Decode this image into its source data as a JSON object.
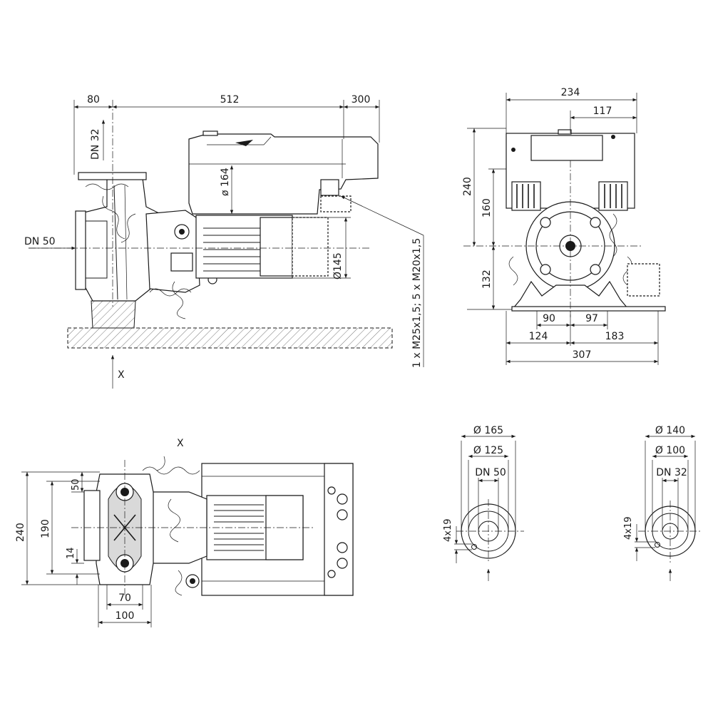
{
  "views": {
    "side": {
      "dims": {
        "d80": "80",
        "d512": "512",
        "d300": "300",
        "dn32": "DN 32",
        "dia164": "ø 164",
        "dn50": "DN 50",
        "dia145": "Ø145",
        "cable": "1 x M25x1,5; 5 x M20x1,5",
        "x": "X"
      }
    },
    "end": {
      "dims": {
        "d234": "234",
        "d117": "117",
        "d240": "240",
        "d160": "160",
        "d132": "132",
        "d90": "90",
        "d97": "97",
        "d124": "124",
        "d183": "183",
        "d307": "307"
      }
    },
    "top": {
      "dims": {
        "x": "X",
        "d240": "240",
        "d190": "190",
        "d50": "50",
        "d14": "14",
        "d70": "70",
        "d100": "100"
      }
    },
    "flange_dn50": {
      "dia_outer": "Ø 165",
      "dia_bolt": "Ø 125",
      "dn": "DN 50",
      "holes": "4x19"
    },
    "flange_dn32": {
      "dia_outer": "Ø 140",
      "dia_bolt": "Ø 100",
      "dn": "DN 32",
      "holes": "4x19"
    }
  }
}
